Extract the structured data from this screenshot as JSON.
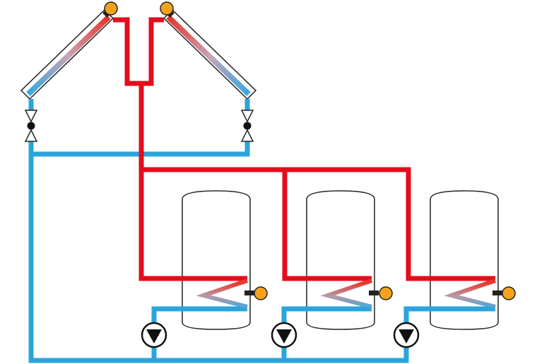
{
  "colors": {
    "hot_pipe": "#e30d1c",
    "cold_pipe": "#2aa5dc",
    "sensor": "#f6a21b",
    "outline": "#222222",
    "background": "#ffffff"
  },
  "components": {
    "collectors": [
      {
        "id": "collector-left",
        "orientation": "left",
        "sensor_icon": "temperature-sensor-icon",
        "valve_icon": "check-valve-icon"
      },
      {
        "id": "collector-right",
        "orientation": "right",
        "sensor_icon": "temperature-sensor-icon",
        "valve_icon": "check-valve-icon"
      }
    ],
    "tanks": [
      {
        "id": "tank-1",
        "sensor_icon": "temperature-sensor-icon",
        "pump_icon": "circulation-pump-icon"
      },
      {
        "id": "tank-2",
        "sensor_icon": "temperature-sensor-icon",
        "pump_icon": "circulation-pump-icon"
      },
      {
        "id": "tank-3",
        "sensor_icon": "temperature-sensor-icon",
        "pump_icon": "circulation-pump-icon"
      }
    ]
  }
}
